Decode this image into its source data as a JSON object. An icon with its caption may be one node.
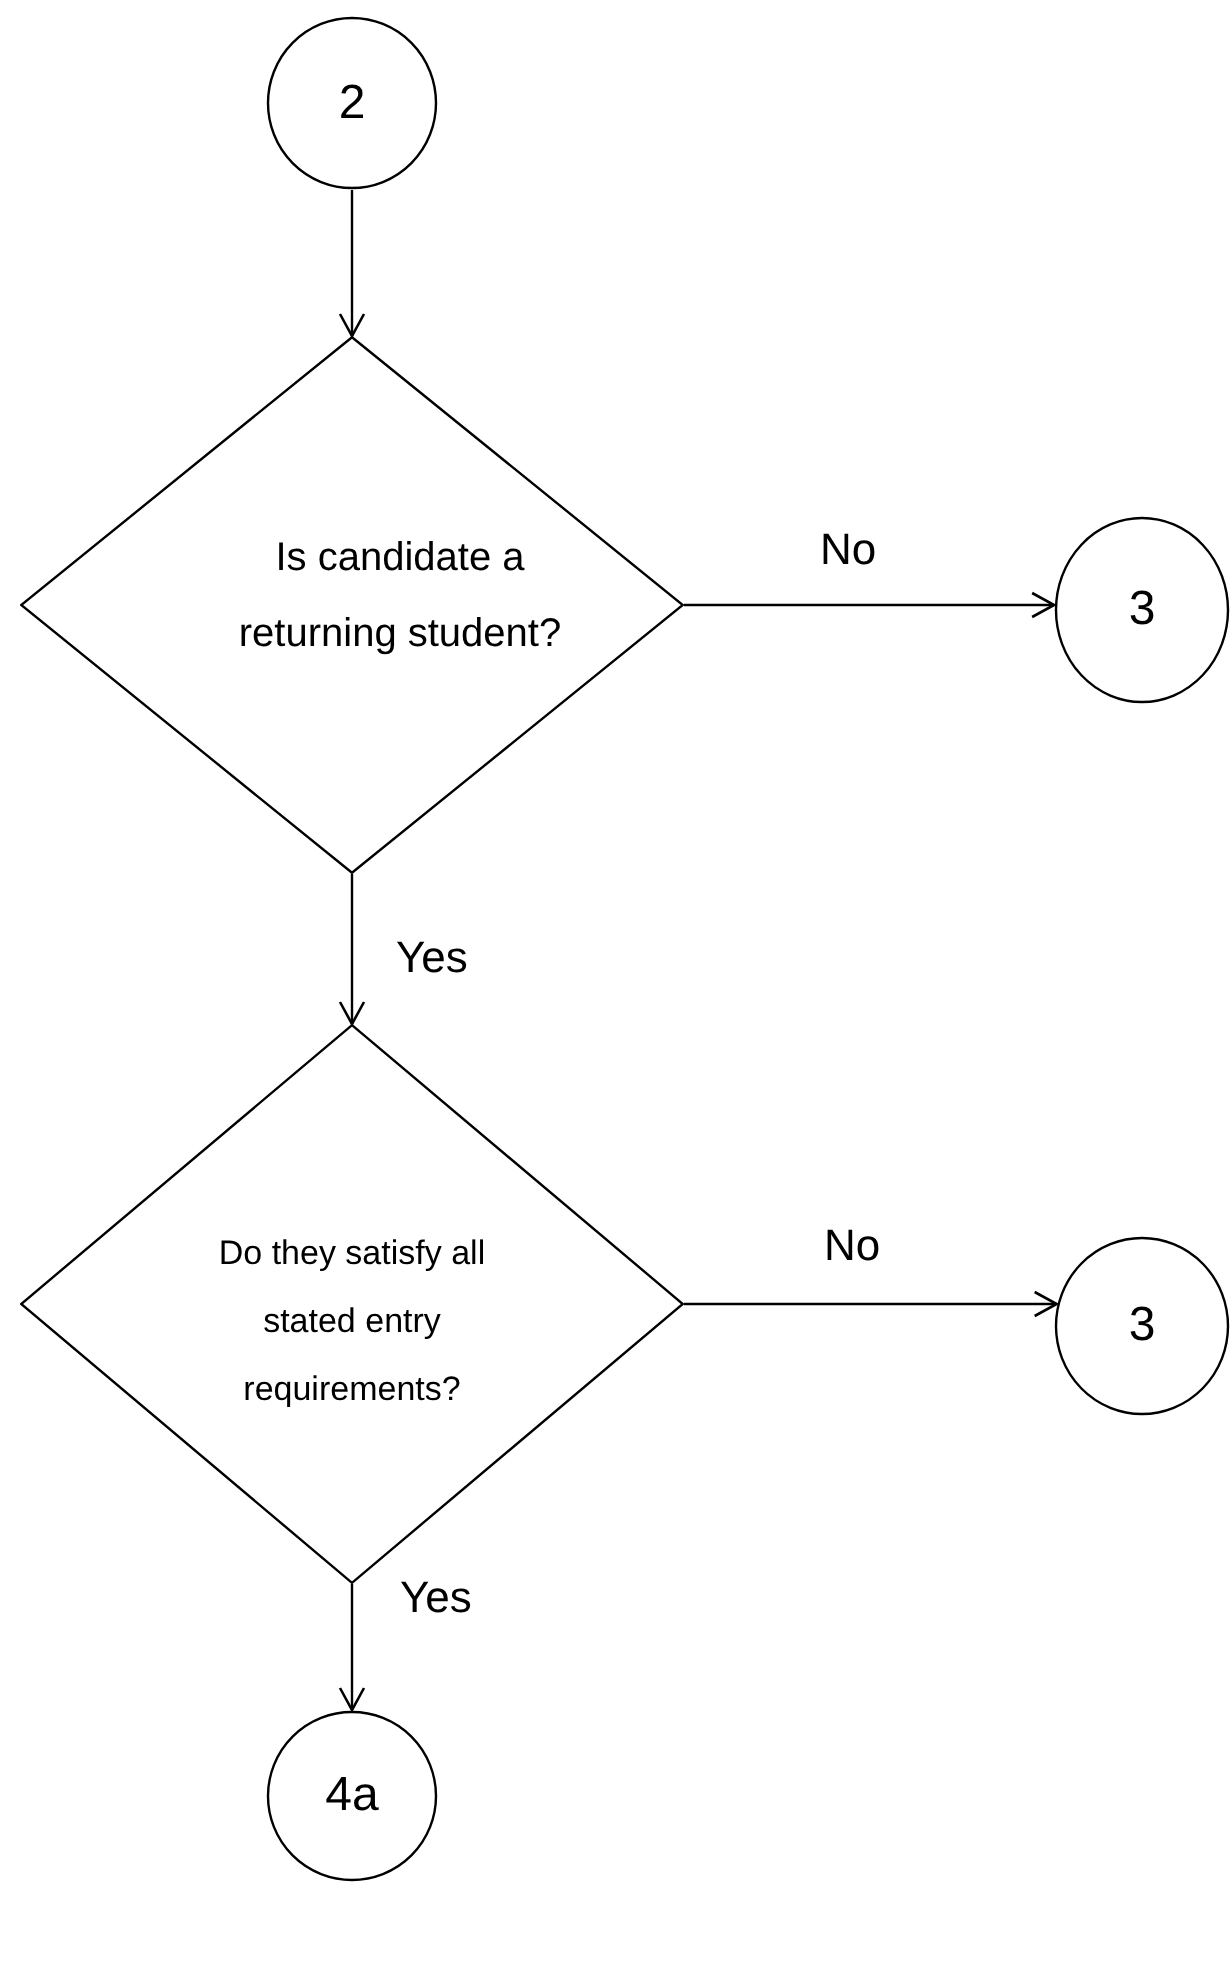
{
  "diagram": {
    "nodes": [
      {
        "text": [
          "2"
        ]
      },
      {
        "text": [
          "Is candidate a returning student?"
        ]
      },
      {
        "text": [
          "3"
        ]
      },
      {
        "text": [
          "Do they satisfy all stated entry requirements?"
        ]
      },
      {
        "text": [
          "3"
        ]
      },
      {
        "text": [
          "4a"
        ]
      }
    ],
    "edges": [
      {
        "from": 0,
        "to": 1,
        "arrow": "to"
      },
      {
        "from": 1,
        "to": 2,
        "arrow": "to",
        "label": "No"
      },
      {
        "from": 1,
        "to": 3,
        "arrow": "to",
        "label": "Yes"
      },
      {
        "from": 3,
        "to": 4,
        "arrow": "to",
        "label": "No"
      },
      {
        "from": 3,
        "to": 5,
        "arrow": "to",
        "label": "Yes"
      }
    ]
  }
}
